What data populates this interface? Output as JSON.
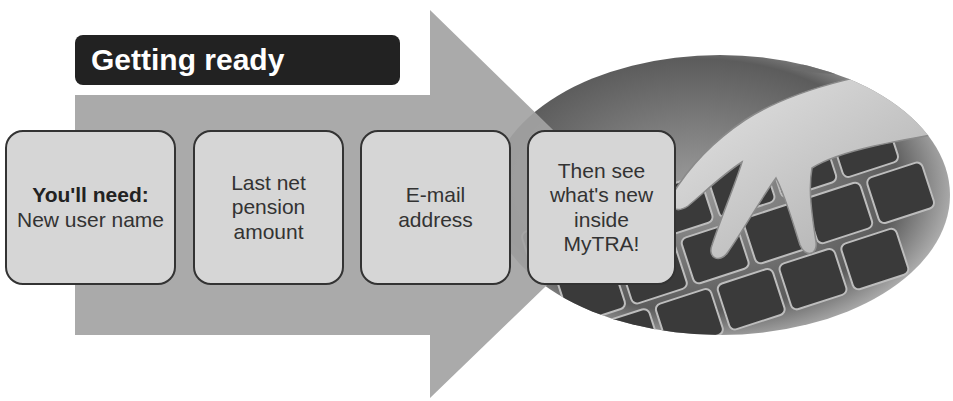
{
  "diagram": {
    "title": "Getting ready",
    "nodes": [
      {
        "text": [
          "You'll need:",
          "New user name"
        ]
      },
      {
        "text": [
          "Last net pension amount"
        ]
      },
      {
        "text": [
          "E-mail address"
        ]
      },
      {
        "text": [
          "Then see what's new inside MyTRA!"
        ]
      }
    ]
  }
}
